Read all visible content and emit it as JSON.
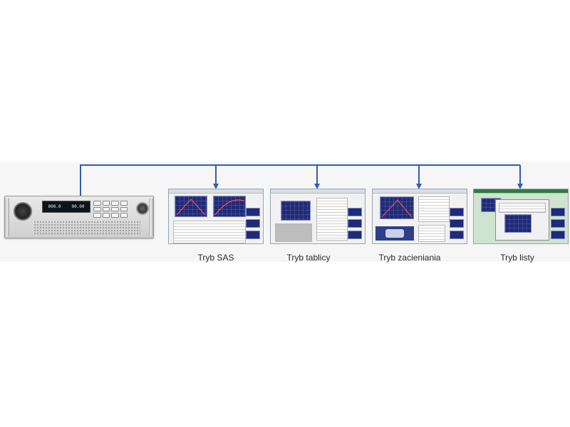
{
  "diagram": {
    "device": {
      "name": "programmable-dc-power-supply",
      "display_left": "000.0",
      "display_right": "00.00"
    },
    "connector_color": "#2e5db4",
    "modes": [
      {
        "id": "sas",
        "label": "Tryb SAS"
      },
      {
        "id": "table",
        "label": "Tryb tablicy"
      },
      {
        "id": "shadow",
        "label": "Tryb zacieniania"
      },
      {
        "id": "list",
        "label": "Tryb listy"
      }
    ]
  }
}
